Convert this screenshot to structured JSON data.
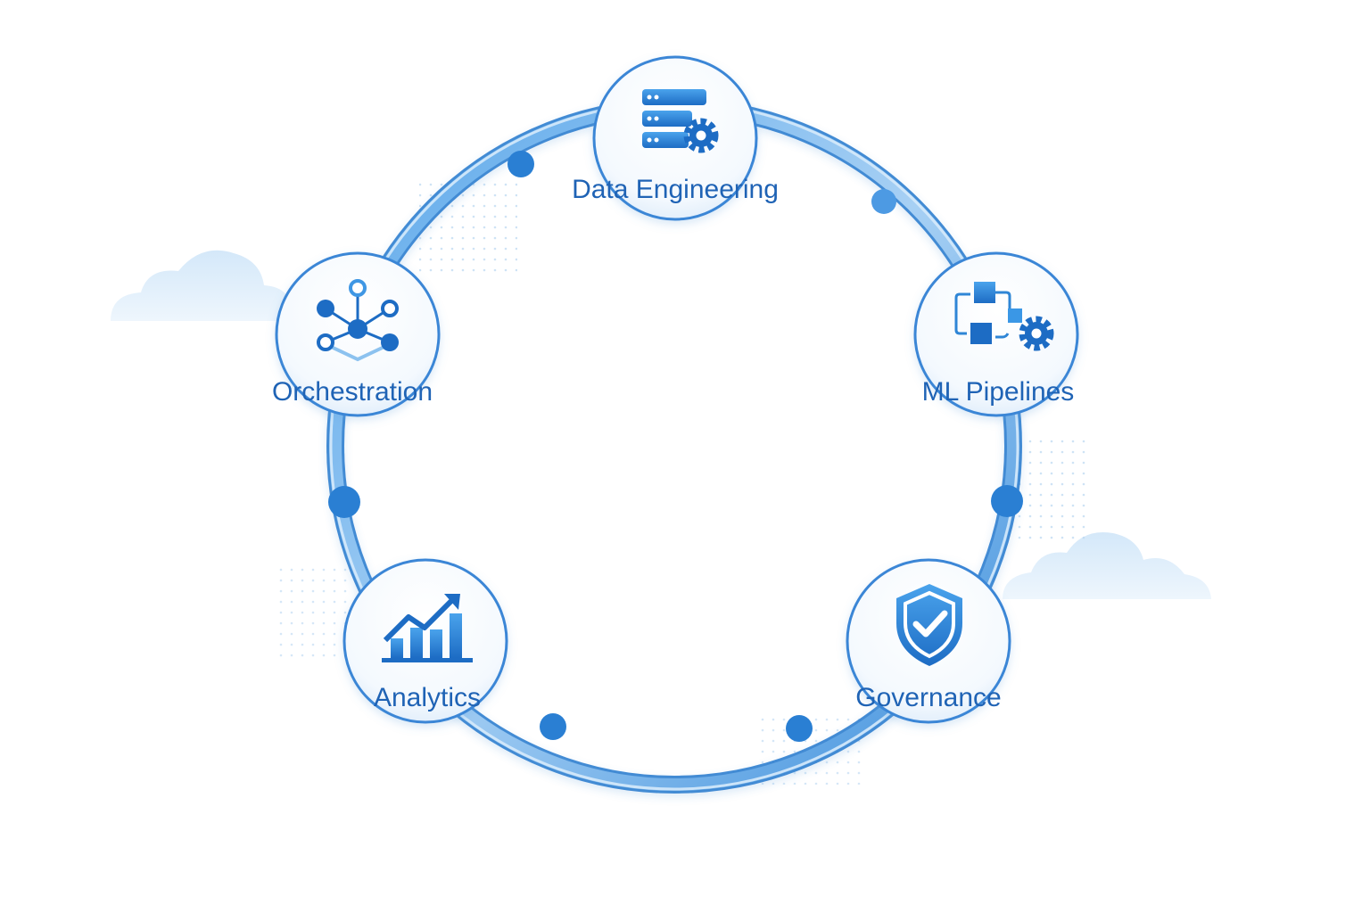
{
  "diagram": {
    "nodes": [
      {
        "id": "data-engineering",
        "label": "Data Engineering",
        "icon": "server-gear-icon"
      },
      {
        "id": "ml-pipelines",
        "label": "ML Pipelines",
        "icon": "workflow-gear-icon"
      },
      {
        "id": "governance",
        "label": "Governance",
        "icon": "shield-check-icon"
      },
      {
        "id": "analytics",
        "label": "Analytics",
        "icon": "bar-chart-trend-icon"
      },
      {
        "id": "orchestration",
        "label": "Orchestration",
        "icon": "network-hub-icon"
      }
    ]
  },
  "colors": {
    "primary": "#1f6fc5",
    "label": "#1f63b5",
    "ring_dark": "#3b8fdc",
    "ring_light": "#a9d1f5",
    "cloud": "#e3f0fb"
  }
}
